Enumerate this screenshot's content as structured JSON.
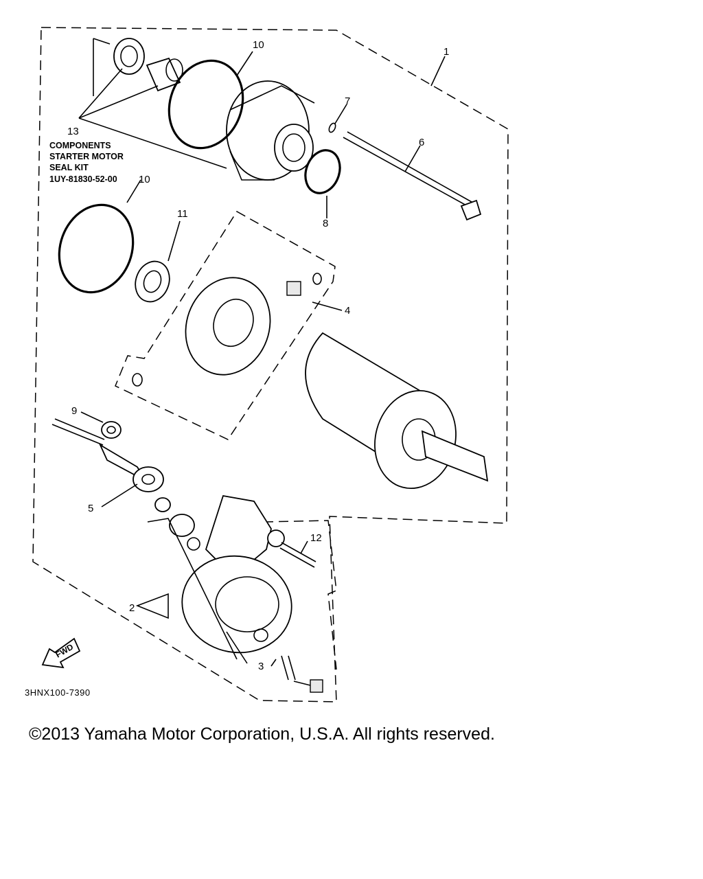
{
  "diagram": {
    "callouts": [
      "1",
      "2",
      "3",
      "4",
      "5",
      "6",
      "7",
      "8",
      "9",
      "10",
      "10",
      "11",
      "12",
      "13"
    ],
    "kit_note": {
      "line1": "COMPONENTS",
      "line2": "STARTER MOTOR",
      "line3": "SEAL KIT",
      "line4": "1UY-81830-52-00"
    },
    "fwd_label": "FWD",
    "drawing_code": "3HNX100-7390"
  },
  "footer": {
    "copyright": "©2013 Yamaha Motor Corporation, U.S.A. All rights reserved."
  }
}
